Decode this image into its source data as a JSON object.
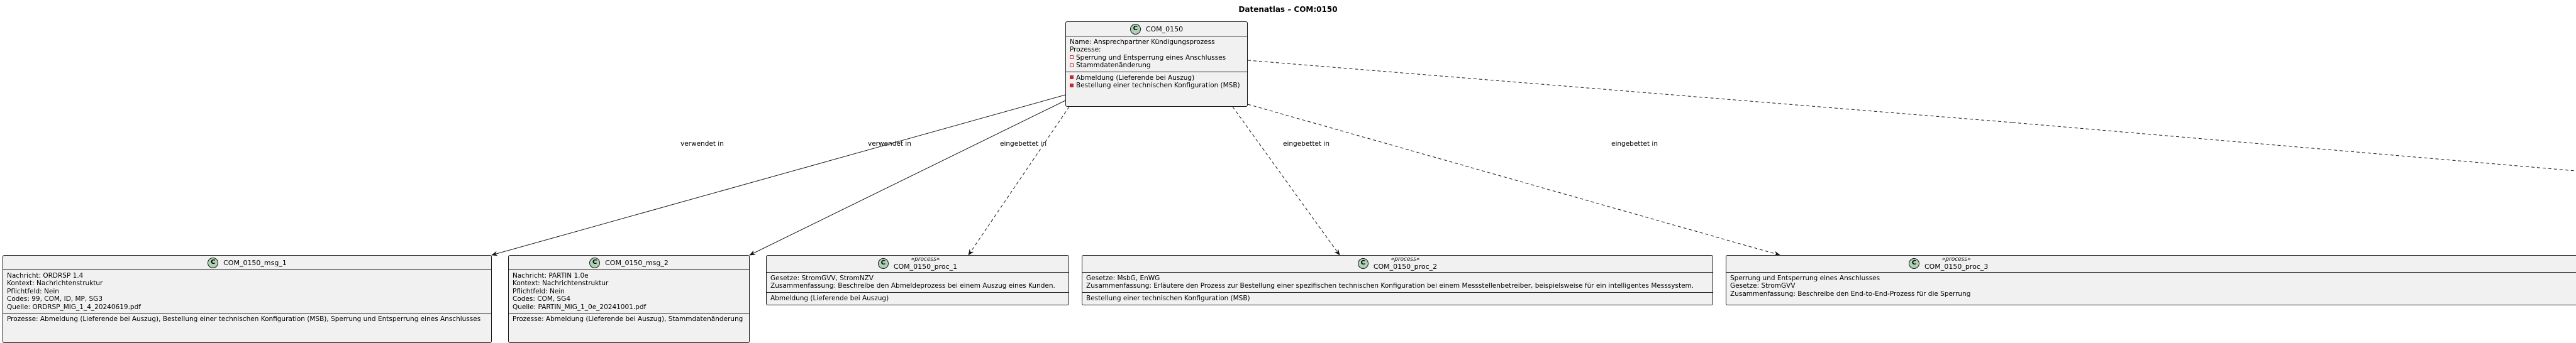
{
  "title": "Datenatlas – COM:0150",
  "central": {
    "name": "COM_0150",
    "badge": "C",
    "name_line": "Name: Ansprechpartner Kündigungsprozess",
    "prozesse_label": "Prozesse:",
    "prozesse_items": [
      "Sperrung und Entsperrung eines Anschlusses",
      "Stammdatenänderung"
    ],
    "methods": [
      "Abmeldung (Lieferende bei Auszug)",
      "Bestellung einer technischen Konfiguration (MSB)"
    ]
  },
  "messages": [
    {
      "name": "COM_0150_msg_1",
      "badge": "C",
      "fields": [
        "Nachricht: ORDRSP 1.4",
        "Kontext: Nachrichtenstruktur",
        "Pflichtfeld: Nein",
        "Codes: 99, COM, ID, MP, SG3",
        "Quelle: ORDRSP_MIG_1_4_20240619.pdf"
      ],
      "prozesse": "Prozesse: Abmeldung (Lieferende bei Auszug), Bestellung einer technischen Konfiguration (MSB), Sperrung und Entsperrung eines Anschlusses"
    },
    {
      "name": "COM_0150_msg_2",
      "badge": "C",
      "fields": [
        "Nachricht: PARTIN 1.0e",
        "Kontext: Nachrichtenstruktur",
        "Pflichtfeld: Nein",
        "Codes: COM, SG4",
        "Quelle: PARTIN_MIG_1_0e_20241001.pdf"
      ],
      "prozesse": "Prozesse: Abmeldung (Lieferende bei Auszug), Stammdatenänderung"
    }
  ],
  "processes": [
    {
      "stereotype": "«process»",
      "name": "COM_0150_proc_1",
      "badge": "C",
      "fields": [
        "Gesetze: StromGVV, StromNZV",
        "Zusammenfassung: Beschreibe den Abmeldeprozess bei einem Auszug eines Kunden."
      ],
      "methods": [
        "Abmeldung (Lieferende bei Auszug)"
      ]
    },
    {
      "stereotype": "«process»",
      "name": "COM_0150_proc_2",
      "badge": "C",
      "fields": [
        "Gesetze: MsbG, EnWG",
        "Zusammenfassung: Erläutere den Prozess zur Bestellung einer spezifischen technischen Konfiguration bei einem Messstellenbetreiber, beispielsweise für ein intelligentes Messsystem."
      ],
      "methods": [
        "Bestellung einer technischen Konfiguration (MSB)"
      ]
    },
    {
      "stereotype": "«process»",
      "name": "COM_0150_proc_3",
      "badge": "C",
      "fields": [
        "Sperrung und Entsperrung eines Anschlusses",
        "Gesetze: StromGVV",
        "Zusammenfassung: Beschreibe den End-to-End-Prozess für die Sperrung"
      ],
      "methods": []
    }
  ],
  "edge_labels": {
    "msg_1": "verwendet in",
    "msg_2": "verwendet in",
    "proc_1": "eingebettet in",
    "proc_2": "eingebettet in",
    "proc_3": "eingebettet in"
  },
  "colors": {
    "class_fill": "#f1f1f1",
    "border": "#181818",
    "badge": "#add1b2",
    "visibility_marker": "#c82930"
  }
}
